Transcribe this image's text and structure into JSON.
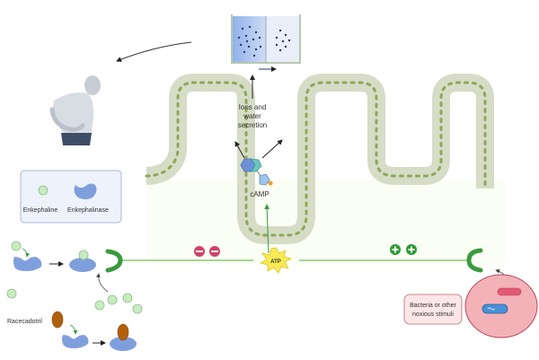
{
  "diagram": {
    "title": "Mechanism of action of racecadotril in secretory diarrhea",
    "labels": {
      "ions_water_line1": "Ions and",
      "ions_water_line2": "water",
      "ions_water_line3": "secretion",
      "camp": "cAMP",
      "atp": "ATP",
      "racecadotril": "Racecadotril",
      "bacteria_line1": "Bacteria or other",
      "bacteria_line2": "noxious stimuli"
    },
    "legend": {
      "items": [
        {
          "label": "Enkephaline",
          "icon": "enkephaline-circle-icon"
        },
        {
          "label": "Enkephalinase",
          "icon": "enkephalinase-enzyme-icon"
        }
      ]
    },
    "signals": {
      "inhibition": [
        "−",
        "−"
      ],
      "stimulation": [
        "+",
        "+"
      ]
    },
    "colors": {
      "villi_fill": "#d6dcc6",
      "villi_dot": "#8da858",
      "lumen_bg": "#fbfef4",
      "receptor_green": "#3a9a3e",
      "signal_line": "#a8d49a",
      "enkephaline": "#c9ebc1",
      "enzyme_blue": "#7f9fdc",
      "racecadotril_brown": "#b25f0c",
      "inhibit_red": "#d04466",
      "stimulate_green": "#2e9a36",
      "atp_yellow": "#f8ea55",
      "cell_pink": "#f3b2b8",
      "legend_bg": "#eef2fb",
      "beaker_left": "#a9c3ee",
      "beaker_right": "#e9eff9"
    }
  }
}
